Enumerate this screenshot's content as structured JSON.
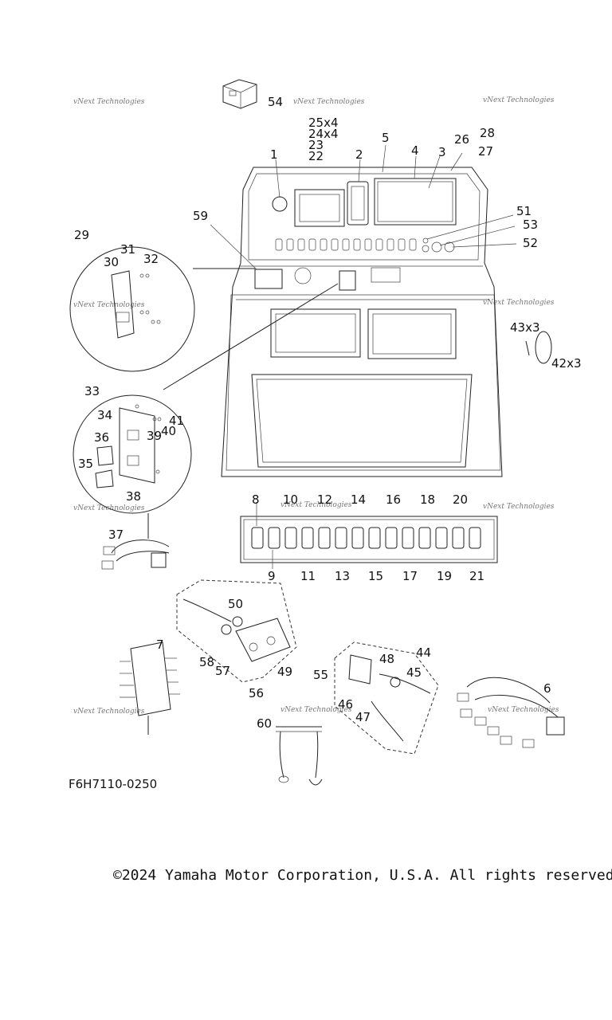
{
  "watermark": "vNext Technologies",
  "drawing_code": "F6H7110-0250",
  "copyright": "©2024 Yamaha Motor Corporation, U.S.A. All rights reserved.",
  "callouts": {
    "c1": "1",
    "c2": "2",
    "c3": "3",
    "c4": "4",
    "c5": "5",
    "c6": "6",
    "c7": "7",
    "c8": "8",
    "c9": "9",
    "c10": "10",
    "c11": "11",
    "c12": "12",
    "c13": "13",
    "c14": "14",
    "c15": "15",
    "c16": "16",
    "c17": "17",
    "c18": "18",
    "c19": "19",
    "c20": "20",
    "c21": "21",
    "c22": "22",
    "c23": "23",
    "c24": "24x4",
    "c25": "25x4",
    "c26": "26",
    "c27": "27",
    "c28": "28",
    "c29": "29",
    "c30": "30",
    "c31": "31",
    "c32": "32",
    "c33": "33",
    "c34": "34",
    "c35": "35",
    "c36": "36",
    "c37": "37",
    "c38": "38",
    "c39": "39",
    "c40": "40",
    "c41": "41",
    "c42": "42x3",
    "c43": "43x3",
    "c44": "44",
    "c45": "45",
    "c46": "46",
    "c47": "47",
    "c48": "48",
    "c49": "49",
    "c50": "50",
    "c51": "51",
    "c52": "52",
    "c53": "53",
    "c54": "54",
    "c55": "55",
    "c56": "56",
    "c57": "57",
    "c58": "58",
    "c59": "59",
    "c60": "60"
  }
}
